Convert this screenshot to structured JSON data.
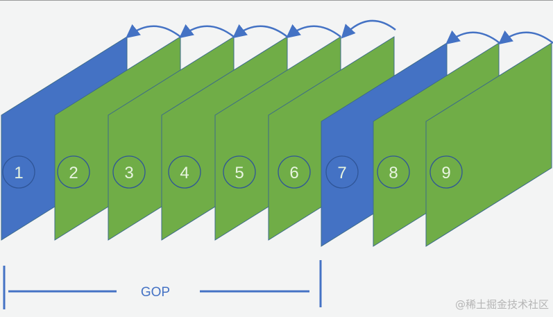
{
  "colors": {
    "i_frame": "#4472c4",
    "p_frame": "#70ad47",
    "arrow": "#4472c4",
    "circle": "#2f5597"
  },
  "frames": [
    {
      "label": "1",
      "type": "I"
    },
    {
      "label": "2",
      "type": "P"
    },
    {
      "label": "3",
      "type": "P"
    },
    {
      "label": "4",
      "type": "P"
    },
    {
      "label": "5",
      "type": "P"
    },
    {
      "label": "6",
      "type": "P"
    },
    {
      "label": "7",
      "type": "I"
    },
    {
      "label": "8",
      "type": "P"
    },
    {
      "label": "9",
      "type": "P"
    }
  ],
  "gop_label": "GOP",
  "watermark": "@稀土掘金技术社区"
}
